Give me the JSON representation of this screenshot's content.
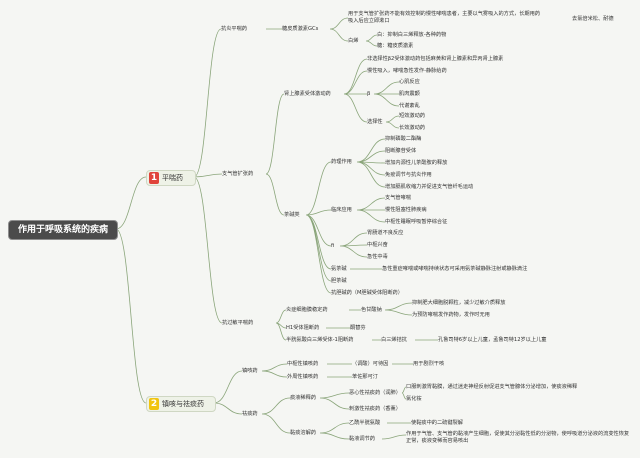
{
  "root": "作用于呼吸系统的疾病",
  "branches": [
    {
      "num": "1",
      "label": "平喘药"
    },
    {
      "num": "2",
      "label": "镇咳与祛痰药"
    }
  ],
  "nodes": {
    "kangyan": "抗炎平喘药",
    "gcs": "糖皮质激素GCs",
    "gcs_desc": "用于支气管扩张药不能有效控制的慢性哮喘患者，主要以气雾吸入的方式，长期用药吸入后应立即漱口",
    "gcs_note": "去氯倍米松、耐德",
    "baixi": "白烯",
    "baixi1": "白：抑制白三烯释放-各种药物",
    "baixi2": "糖：糖皮质激素",
    "zhiqiguan": "支气管扩张药",
    "shenshang": "肾上腺素受体激动药",
    "beta2": "非选择性β2受体激动药包括麻黄和肾上腺素和异丙肾上腺素",
    "manxing": "慢性吸入，哮喘急性发作-静脉给药",
    "b_label": "β",
    "xinji": "心肌反应",
    "jirou": "肌肉震颤",
    "daixie": "代谢紊乱",
    "xuanze": "选择性",
    "duanxiao": "短效激动药",
    "changxiao": "长效激动药",
    "chajian": "茶碱类",
    "yaoli": "药理作用",
    "yizhi": "抑制磷酸二酯酶",
    "ximo": "阻断腺苷受体",
    "neiyuan": "增加内源性儿茶酚胺的释放",
    "mianyi": "免疫调节与抗炎作用",
    "gehu": "增加膈肌收缩力并促进支气管纤毛运动",
    "linchuang": "临床应用",
    "zhiqi": "支气管哮喘",
    "manxingzu": "慢性阻塞性肺疾病",
    "zhongshu": "中枢性睡眠呼吸暂停综合征",
    "f_label": "fi",
    "weichang": "胃肠道不良反应",
    "zhongshu2": "中枢兴奋",
    "jixing": "急性中毒",
    "anchajian": "氨茶碱",
    "anchajian_desc": "急性重症哮喘或哮喘持续状态可采用氨茶碱静脉注射或静脉滴注",
    "dichajian": "胆茶碱",
    "kangdan": "抗胆碱药（M胆碱受体阻断药）",
    "kangguomin": "抗过敏平喘药",
    "yanxing": "炎症细胞膜稳定药",
    "seganshuan": "色甘酸钠",
    "sega1": "抑制肥大细胞脱颗粒，减少过敏介质释放",
    "sega2": "为预防哮喘发作药物，发作时无用",
    "h1": "H1受体阻断药",
    "h1_drug": "酮替芬",
    "banguang": "半胱氨酸白三烯受体-1阻断药",
    "baisan": "白三烯拮抗",
    "baisan_desc": "孔鲁司特6岁以上儿童，孟鲁司特12岁以上儿童",
    "zhenke": "镇咳药",
    "zhongshuxing": "中枢性镇咳药",
    "kefei": "（调酸）可待因",
    "kefei_desc": "用于剧烈干咳",
    "waizhou": "外周性镇咳药",
    "benzhuo": "苯佐那可汀",
    "qutan": "祛痰药",
    "tanye": "痰液稀释药",
    "exin": "恶心性祛痰药（润肺）",
    "exin_desc": "口服刺激胃黏膜，通过迷走神经反射促进支气管腺体分泌增加，使痰液稀释",
    "lvhua": "氯化铵",
    "ciji": "刺激性祛痰药（香薰）",
    "nianye": "黏痰溶解药",
    "yixian": "乙酰半胱氨酸",
    "yixian_desc": "使黏痰中的二硫键裂解",
    "nianye_tj": "黏液调节药",
    "nianye_tj_desc": "作用于气管、支气管的黏液产生细胞，促使其分泌黏性低的分泌物，使呼吸道分泌液的流变性恢复正常，痰液变稀而容易咳出"
  },
  "colors": {
    "link": "#8aa57a",
    "root_bg": "#4b4b4b",
    "branch_bg": "#eef2e7",
    "badge1": "#e0433a",
    "badge2": "#f1c40f"
  }
}
